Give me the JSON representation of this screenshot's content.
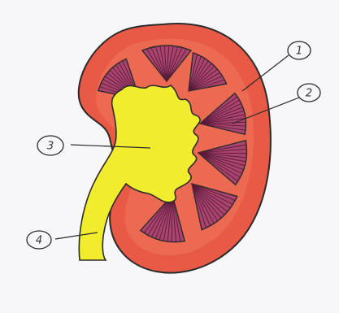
{
  "callouts": [
    {
      "label": "1"
    },
    {
      "label": "2"
    },
    {
      "label": "3"
    },
    {
      "label": "4"
    }
  ],
  "colors": {
    "cortex": "#e85a45",
    "cortex_inner": "#f0785c",
    "pyramid": "#a8446e",
    "pyramid_stripe": "#5a1a3a",
    "pelvis": "#f2ec2e",
    "outline": "#2b2b2b",
    "background": "#f7f7f9"
  }
}
